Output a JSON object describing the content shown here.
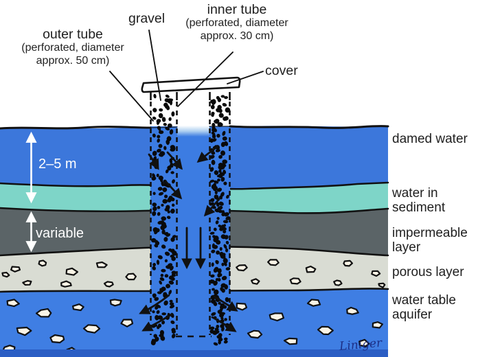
{
  "diagram": {
    "annotations": {
      "outer_tube_title": "outer tube",
      "outer_tube_detail_1": "(perforated, diameter",
      "outer_tube_detail_2": "approx. 50 cm)",
      "gravel": "gravel",
      "inner_tube_title": "inner tube",
      "inner_tube_detail_1": "(perforated, diameter",
      "inner_tube_detail_2": "approx. 30 cm)",
      "cover": "cover"
    },
    "measurements": {
      "damed_water_depth": "2–5 m",
      "impermeable_thickness": "variable"
    },
    "layers": [
      {
        "name": "damed water",
        "color": "#3c77db"
      },
      {
        "name": "water in sediment",
        "color": "#7ed5c8"
      },
      {
        "name": "impermeable layer",
        "color": "#5b6467"
      },
      {
        "name": "porous layer",
        "color": "#d9dcd3"
      },
      {
        "name": "water table aquifer",
        "color": "#3f7ee3"
      }
    ],
    "signature": "Liniger",
    "accent_colors": {
      "outline": "#111111",
      "stone_fill": "#faf4e6",
      "deep_water_strip": "#2b5ec4",
      "tube_water": "#3c7ce2"
    }
  }
}
